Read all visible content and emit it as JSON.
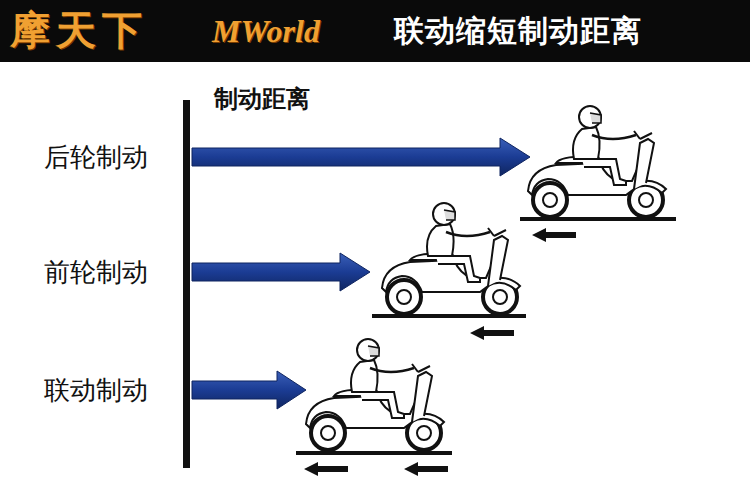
{
  "diagram": {
    "title": "联动缩短制动距离",
    "labels": [
      "摩天下",
      "MWorld",
      "制动距离",
      "后轮制动",
      "前轮制动",
      "联动制动"
    ]
  }
}
